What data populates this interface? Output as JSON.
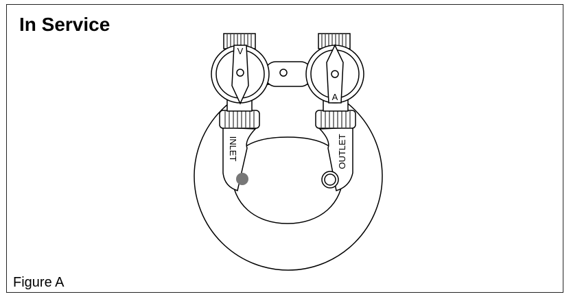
{
  "title": "In Service",
  "caption": "Figure A",
  "diagram": {
    "inlet_label": "INLET",
    "outlet_label": "OUTLET",
    "inlet_valve_marker": "V",
    "outlet_valve_marker": "A",
    "colors": {
      "line": "#000000",
      "fill": "#ffffff",
      "inlet_dot": "#777777"
    }
  }
}
